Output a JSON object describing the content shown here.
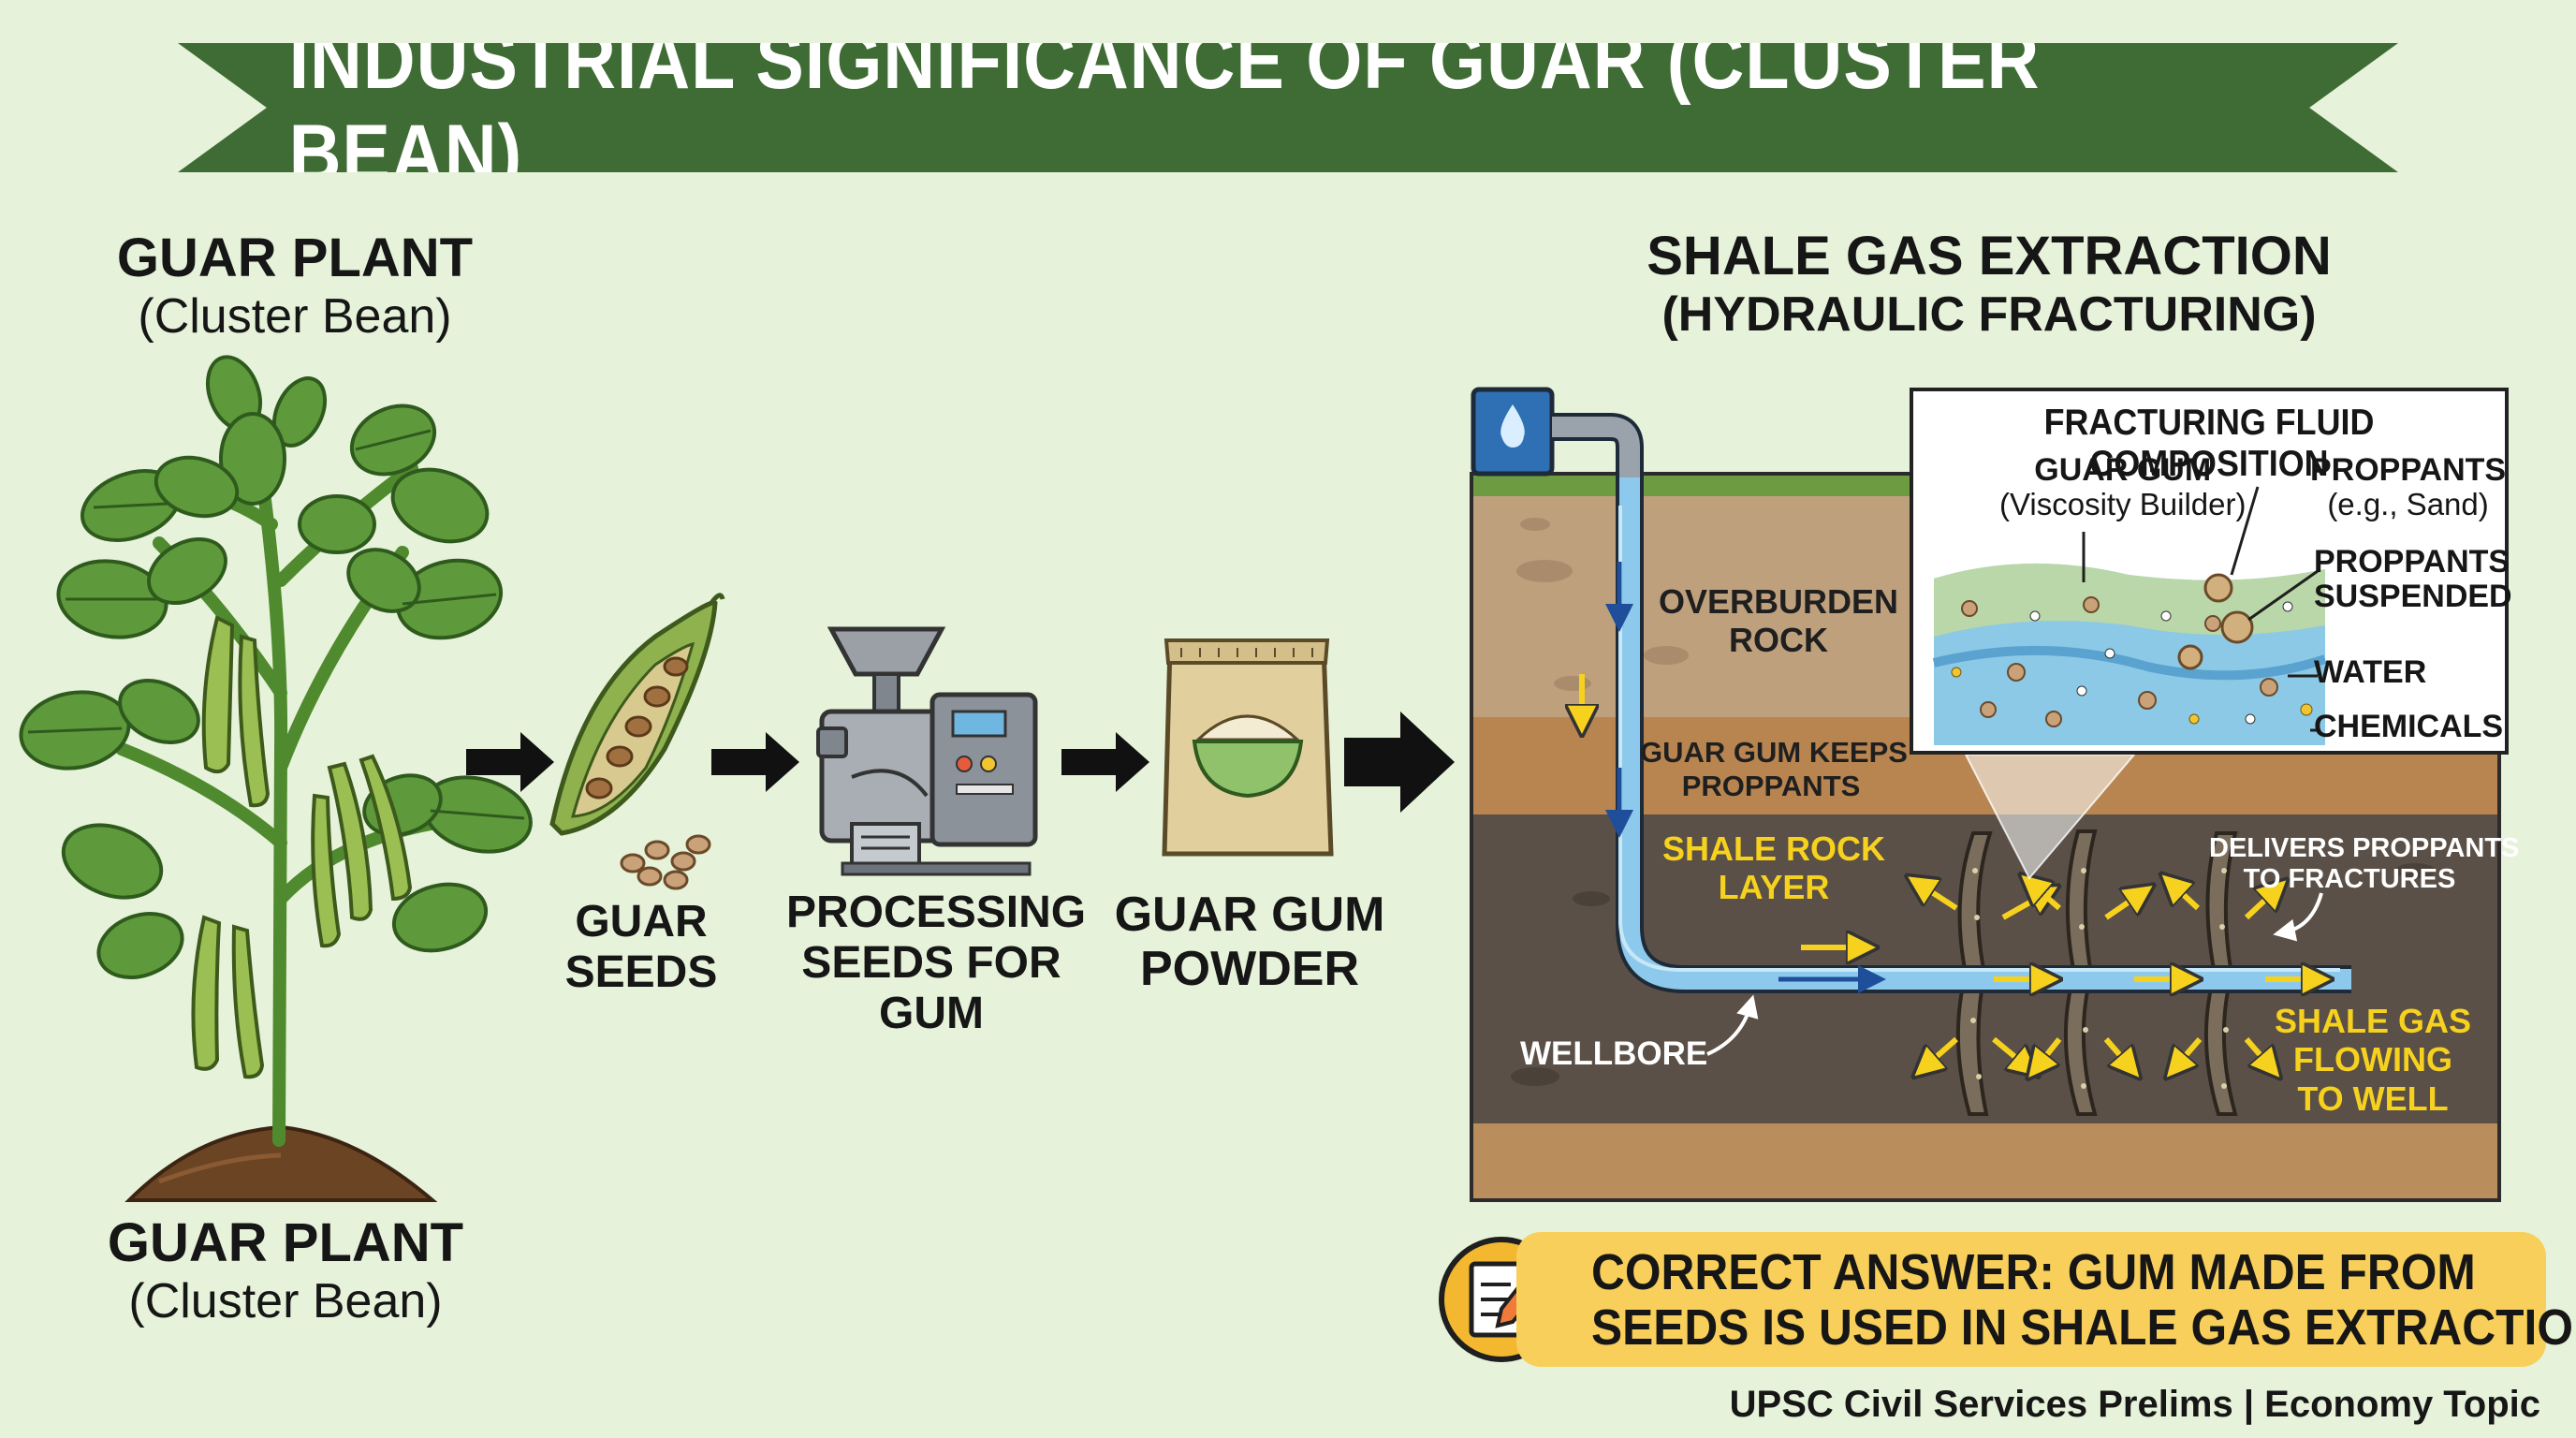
{
  "title": "INDUSTRIAL SIGNIFICANCE OF GUAR (CLUSTER BEAN)",
  "plant": {
    "top_heading": "GUAR PLANT",
    "top_sub": "(Cluster Bean)",
    "bottom_heading": "GUAR PLANT",
    "bottom_sub": "(Cluster Bean)"
  },
  "process_steps": [
    {
      "label_line1": "GUAR",
      "label_line2": "SEEDS",
      "label_line3": ""
    },
    {
      "label_line1": "PROCESSING",
      "label_line2": "SEEDS FOR",
      "label_line3": "GUM"
    },
    {
      "label_line1": "GUAR GUM",
      "label_line2": "POWDER",
      "label_line3": ""
    }
  ],
  "extraction": {
    "heading": "SHALE GAS EXTRACTION",
    "sub_heading": "(HYDRAULIC FRACTURING)",
    "layers": {
      "overburden_line1": "OVERBURDEN",
      "overburden_line2": "ROCK",
      "guar_keeps_line1": "GUAR GUM KEEPS",
      "guar_keeps_line2": "PROPPANTS",
      "shale_line1": "SHALE ROCK",
      "shale_line2": "LAYER"
    },
    "delivers_line1": "DELIVERS PROPPANTS",
    "delivers_line2": "TO FRACTURES",
    "wellbore": "WELLBORE",
    "gas_line1": "SHALE GAS",
    "gas_line2": "FLOWING",
    "gas_line3": "TO WELL"
  },
  "fluid_inset": {
    "title": "FRACTURING FLUID COMPOSITION",
    "guar_gum": "GUAR GUM",
    "guar_gum_sub": "(Viscosity Builder)",
    "proppants": "PROPPANTS",
    "proppants_sub": "(e.g., Sand)",
    "suspended_line1": "PROPPANTS",
    "suspended_line2": "SUSPENDED",
    "water": "WATER",
    "chemicals": "CHEMICALS"
  },
  "answer": {
    "line1": "CORRECT ANSWER: GUM MADE FROM",
    "line2": "SEEDS IS USED IN SHALE GAS EXTRACTION"
  },
  "footer": "UPSC Civil Services Prelims | Economy Topic",
  "icons": [
    "guar-plant-icon",
    "seed-pod-icon",
    "seeds-icon",
    "processing-machine-icon",
    "gum-powder-bag-icon",
    "water-tank-icon",
    "answer-sheet-icon"
  ],
  "colors": {
    "background": "#e6f3da",
    "banner": "#3f6b34",
    "leaf": "#5e9a3c",
    "pod": "#8fb24f",
    "answer_bg": "#f8cf5a",
    "arrow_yellow": "#f6d21f",
    "fluid_blue": "#7fc3e6"
  }
}
